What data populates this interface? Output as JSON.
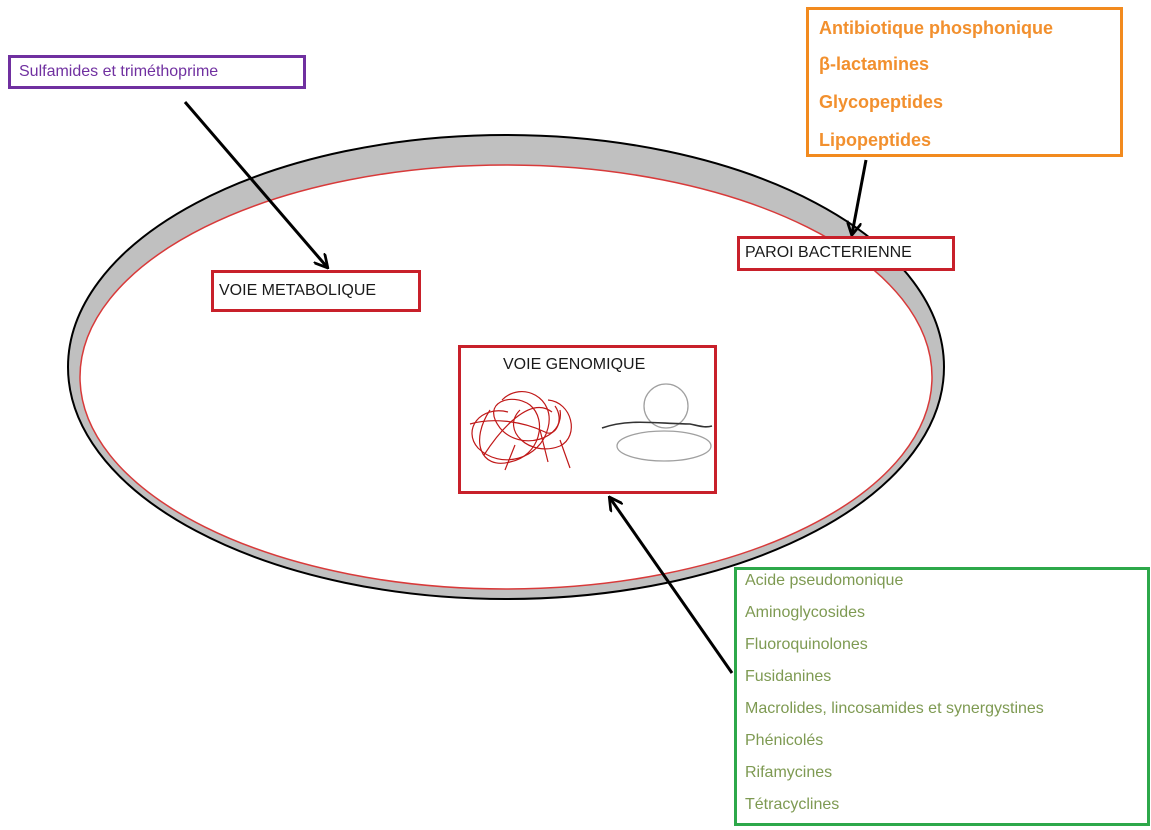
{
  "cell": {
    "wall_fill": "#c0c0c0",
    "membrane_color": "#d83a3a",
    "outline_color": "#000000"
  },
  "targets": {
    "metabolic": {
      "label": "VOIE METABOLIQUE",
      "border_color": "#c8202a"
    },
    "wall": {
      "label": "PAROI BACTERIENNE",
      "border_color": "#c8202a"
    },
    "genomic": {
      "label": "VOIE GENOMIQUE",
      "border_color": "#c8202a",
      "dna_color": "#c01818",
      "plasmid_color": "#a0a0a0"
    }
  },
  "drug_groups": {
    "metabolic": {
      "color": "#7030a0",
      "items": [
        "Sulfamides et triméthoprime"
      ]
    },
    "wall": {
      "color": "#f28a1e",
      "items": [
        "Antibiotique phosphonique",
        "β-lactamines",
        "Glycopeptides",
        "Lipopeptides"
      ]
    },
    "genomic": {
      "color": "#2da84a",
      "text_color": "#7e9a52",
      "items": [
        "Acide pseudomonique",
        "Aminoglycosides",
        "Fluoroquinolones",
        "Fusidanines",
        "Macrolides, lincosamides et synergystines",
        "Phénicolés",
        "Rifamycines",
        "Tétracyclines"
      ]
    }
  },
  "arrow_color": "#000000"
}
